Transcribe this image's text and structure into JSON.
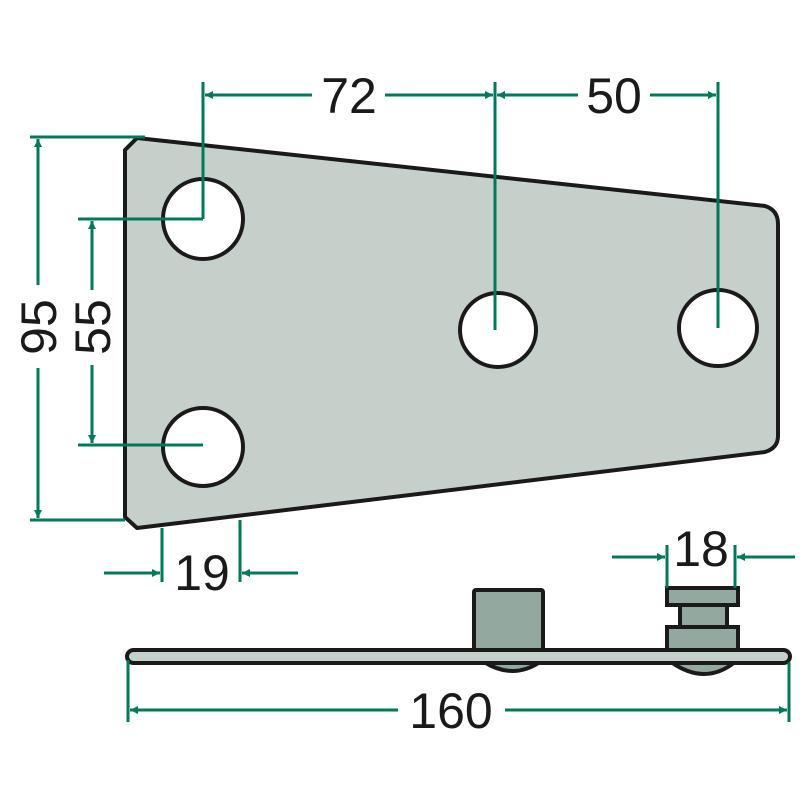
{
  "drawing": {
    "colors": {
      "dimension": "#00785a",
      "plate": "#c5d0cb",
      "component": "#93a89f",
      "outline": "#1a1a1a"
    },
    "dimensions": {
      "hole_spacing_1": "72",
      "hole_spacing_2": "50",
      "total_height": "95",
      "hole_vertical_spacing": "55",
      "edge_offset": "19",
      "pin_width": "18",
      "total_length": "160"
    }
  }
}
